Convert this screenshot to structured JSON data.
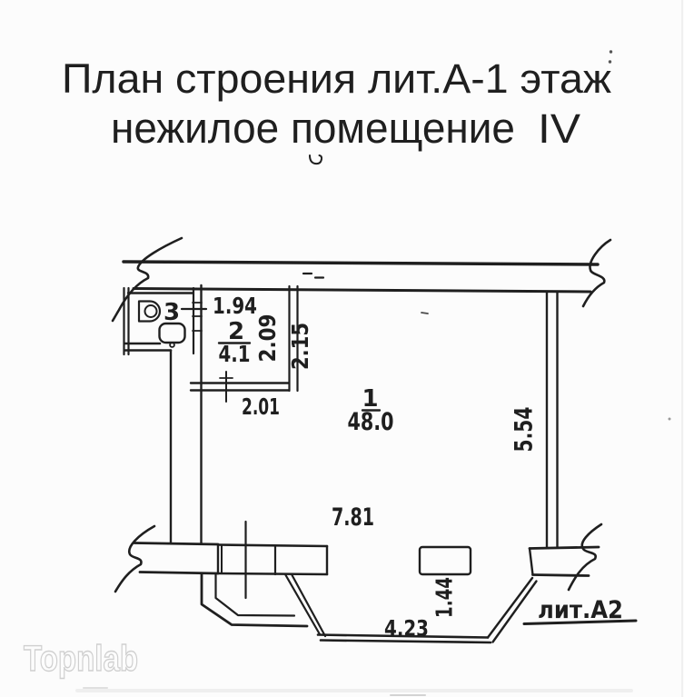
{
  "title": {
    "line1": "План строения лит.А-1 этаж",
    "line2": "нежилое помещение",
    "floor_numeral": "IV"
  },
  "rooms": {
    "room1": {
      "number": "1",
      "area": "48.0"
    },
    "room2": {
      "number": "2",
      "area": "4.1"
    },
    "room3": {
      "number": "3"
    }
  },
  "dimensions": {
    "room2_width": "1.94",
    "room2_depth_inner": "2.09",
    "room2_depth_outer": "2.15",
    "room2_bottom": "2.01",
    "room1_width": "7.81",
    "right_wall": "5.54",
    "pillar_offset": "1.44",
    "bottom_wall": "4.23"
  },
  "labels": {
    "building": "лит.А2"
  },
  "watermark": "Topnlab",
  "colors": {
    "ink": "#1f1f1f",
    "paper": "#fcfcfc",
    "wmk": "#cfcfcf"
  }
}
